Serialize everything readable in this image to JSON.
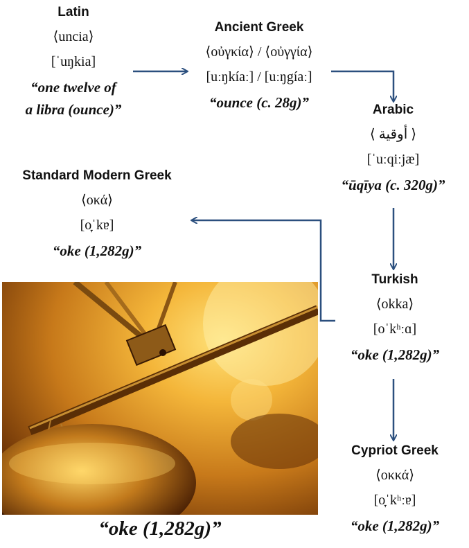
{
  "nodes": {
    "latin": {
      "title": "Latin",
      "orthography": "⟨uncia⟩",
      "ipa": "[ˈuŋkia]",
      "gloss_line1": "“one twelve of",
      "gloss_line2": "a libra (ounce)”"
    },
    "ancient_greek": {
      "title": "Ancient Greek",
      "orthography": "⟨οὐγκία⟩ / ⟨οὐγγία⟩",
      "ipa": "[uːŋkíaː] / [uːŋgíaː]",
      "gloss": "“ounce (c. 28g)”"
    },
    "arabic": {
      "title": "Arabic",
      "orthography": "⟨ أوقية ⟩",
      "ipa": "[ˈuːqiːjæ]",
      "gloss": "“ūqīya (c. 320g)”"
    },
    "standard_modern_greek": {
      "title": "Standard Modern Greek",
      "orthography": "⟨οκά⟩",
      "ipa": "[o̞ˈkɐ]",
      "gloss": "“oke (1,282g)”"
    },
    "turkish": {
      "title": "Turkish",
      "orthography": "⟨okka⟩",
      "ipa": "[oˈkʰːɑ]",
      "gloss": "“oke (1,282g)”"
    },
    "cypriot_greek": {
      "title": "Cypriot Greek",
      "orthography": "⟨οκκά⟩",
      "ipa": "[o̞ˈkʰːɐ]",
      "gloss": "“oke (1,282g)”"
    }
  },
  "image_caption": "“oke (1,282g)”",
  "colors": {
    "arrow": "#2b4f7e",
    "text": "#111111"
  }
}
